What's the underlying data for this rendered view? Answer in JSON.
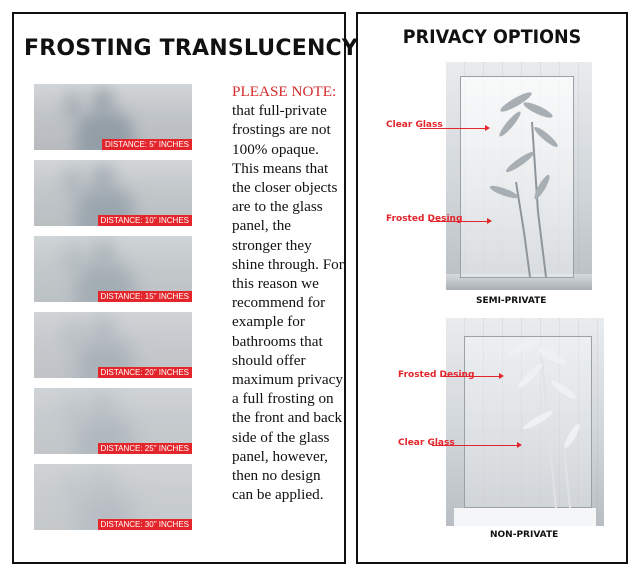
{
  "left": {
    "title": "FROSTING TRANSLUCENCY",
    "samples": [
      {
        "label": "DISTANCE: 5\" INCHES"
      },
      {
        "label": "DISTANCE: 10\" INCHES"
      },
      {
        "label": "DISTANCE: 15\" INCHES"
      },
      {
        "label": "DISTANCE: 20\" INCHES"
      },
      {
        "label": "DISTANCE: 25\" INCHES"
      },
      {
        "label": "DISTANCE: 30\" INCHES"
      }
    ],
    "note_heading": "PLEASE NOTE:",
    "note_text": "that full-private frostings are not 100% opaque. This means that the closer objects are to the glass panel, the stronger they shine through. For this reason we recommend for example for bathrooms that should offer maximum privacy a full frosting on the front and back side of the glass panel, however, then no design can be applied."
  },
  "right": {
    "title": "PRIVACY OPTIONS",
    "options": [
      {
        "caption": "SEMI-PRIVATE",
        "labels": [
          "Clear Glass",
          "Frosted Desing"
        ]
      },
      {
        "caption": "NON-PRIVATE",
        "labels": [
          "Frosted Desing",
          "Clear Glass"
        ]
      }
    ]
  },
  "colors": {
    "accent_red": "#e3262b",
    "note_red": "#d42a2a",
    "border": "#111111"
  },
  "sample_clarity": [
    0.55,
    0.45,
    0.35,
    0.26,
    0.18,
    0.1
  ]
}
